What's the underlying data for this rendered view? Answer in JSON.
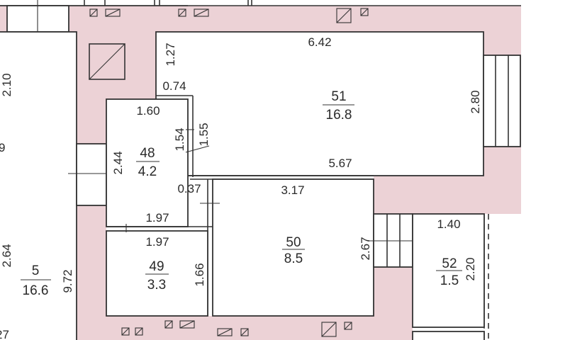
{
  "title": "Floor plan fragment",
  "colors": {
    "wall": "#ecd2d6",
    "line": "#333333"
  },
  "rooms": [
    {
      "number": "51",
      "area": "16.8"
    },
    {
      "number": "48",
      "area": "4.2"
    },
    {
      "number": "50",
      "area": "8.5"
    },
    {
      "number": "49",
      "area": "3.3"
    },
    {
      "number": "5",
      "area": "16.6"
    },
    {
      "number": "52",
      "area": "1.5"
    }
  ],
  "dimensions": {
    "d642": "6.42",
    "d127": "1.27",
    "d074": "0.74",
    "d160": "1.60",
    "d154": "1.54",
    "d155": "1.55",
    "d280": "2.80",
    "d567": "5.67",
    "d244": "2.44",
    "d037": "0.37",
    "d317": "3.17",
    "d197a": "1.97",
    "d197b": "1.97",
    "d166": "1.66",
    "d267": "2.67",
    "d140": "1.40",
    "d220": "2.20",
    "d210": "2.10",
    "d264": "2.64",
    "d972": "9.72",
    "partial_9": "9",
    "partial_27": "27"
  }
}
